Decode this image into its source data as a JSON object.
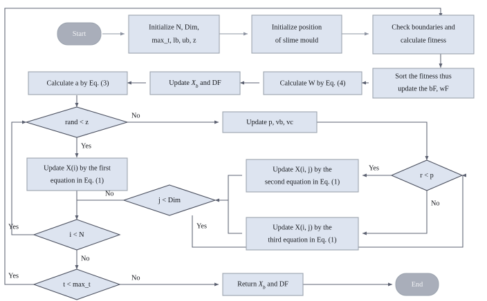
{
  "diagram": {
    "title": "Slime Mould Algorithm flowchart",
    "colors": {
      "node_fill": "#dde4f0",
      "node_border": "#9aa2ad",
      "diamond_border": "#4a4f5e",
      "terminal_fill": "#a9aeba",
      "terminal_text": "#f0f1f4",
      "connector": "#5b6070",
      "background": "#ffffff",
      "text": "#16181d"
    },
    "terminals": [
      {
        "id": "start",
        "label": "Start"
      },
      {
        "id": "end",
        "label": "End"
      }
    ],
    "processes": [
      {
        "id": "init-params",
        "lines": [
          "Initialize N, Dim,",
          "max_t, lb, ub, z"
        ]
      },
      {
        "id": "init-position",
        "lines": [
          "Initialize position",
          "of  slime mould"
        ]
      },
      {
        "id": "check-boundaries",
        "lines": [
          "Check boundaries and",
          "calculate fitness"
        ]
      },
      {
        "id": "sort-fitness",
        "lines": [
          "Sort the fitness thus",
          "update the bF, wF"
        ]
      },
      {
        "id": "calculate-w",
        "lines": [
          "Calculate W by Eq. (4)"
        ]
      },
      {
        "id": "update-xb-df",
        "lines": [
          "Update Xb and DF"
        ]
      },
      {
        "id": "calculate-a",
        "lines": [
          "Calculate a by Eq. (3)"
        ]
      },
      {
        "id": "update-p-vb-vc",
        "lines": [
          "Update p, vb, vc"
        ]
      },
      {
        "id": "update-x-first",
        "lines": [
          "Update X(i) by the first",
          "equation in Eq. (1)"
        ]
      },
      {
        "id": "update-x-second",
        "lines": [
          "Update X(i, j) by the",
          "second equation in Eq. (1)"
        ]
      },
      {
        "id": "update-x-third",
        "lines": [
          "Update X(i, j) by the",
          "third equation in Eq. (1)"
        ]
      },
      {
        "id": "return-xb-df",
        "lines": [
          "Return Xb and DF"
        ]
      }
    ],
    "decisions": [
      {
        "id": "rand-lt-z",
        "label": "rand < z"
      },
      {
        "id": "r-lt-p",
        "label": "r < p"
      },
      {
        "id": "j-lt-dim",
        "label": "j < Dim"
      },
      {
        "id": "i-lt-n",
        "label": "i < N"
      },
      {
        "id": "t-lt-maxt",
        "label": "t < max_t"
      }
    ],
    "edge_labels": {
      "rand_no": "No",
      "rand_yes": "Yes",
      "r_yes": "Yes",
      "r_no": "No",
      "j_no": "No",
      "j_yes": "Yes",
      "i_yes": "Yes",
      "i_no": "No",
      "t_yes": "Yes",
      "t_no": "No"
    }
  }
}
